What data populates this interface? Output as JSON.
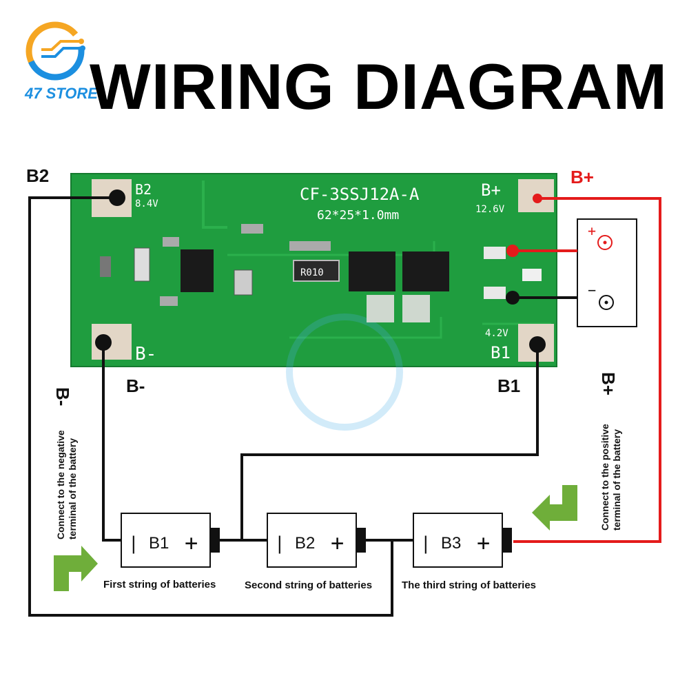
{
  "header": {
    "title": "WIRING DIAGRAM",
    "store_name": "47 STORE"
  },
  "board": {
    "model": "CF-3SSJ12A-A",
    "dimensions": "62*25*1.0mm",
    "pads": {
      "b2": {
        "name": "B2",
        "voltage": "8.4V"
      },
      "bplus": {
        "name": "B+",
        "voltage": "12.6V"
      },
      "bminus": {
        "name": "B-"
      },
      "b1": {
        "name": "B1",
        "voltage": "4.2V"
      }
    },
    "resistor_code": "R010",
    "colors": {
      "pcb": "#1f9d3f",
      "pad": "#e2d6c6"
    }
  },
  "external_labels": {
    "b2": "B2",
    "bplus_top": "B+",
    "bminus": "B-",
    "b1": "B1",
    "bminus_vertical": "B-",
    "bplus_vertical": "B+"
  },
  "notes": {
    "negative": "Connect to the negative terminal of the battery",
    "positive": "Connect to the positive terminal of the battery"
  },
  "output": {
    "plus_symbol": "+",
    "minus_symbol": "−"
  },
  "batteries": [
    {
      "name": "B1",
      "caption": "First string of batteries"
    },
    {
      "name": "B2",
      "caption": "Second string of batteries"
    },
    {
      "name": "B3",
      "caption": "The third string of batteries"
    }
  ],
  "cell_symbols": {
    "negative": "|",
    "positive": "+"
  },
  "wire_colors": {
    "black": "#111111",
    "red": "#e41b1b",
    "arrow": "#6fae3a"
  }
}
